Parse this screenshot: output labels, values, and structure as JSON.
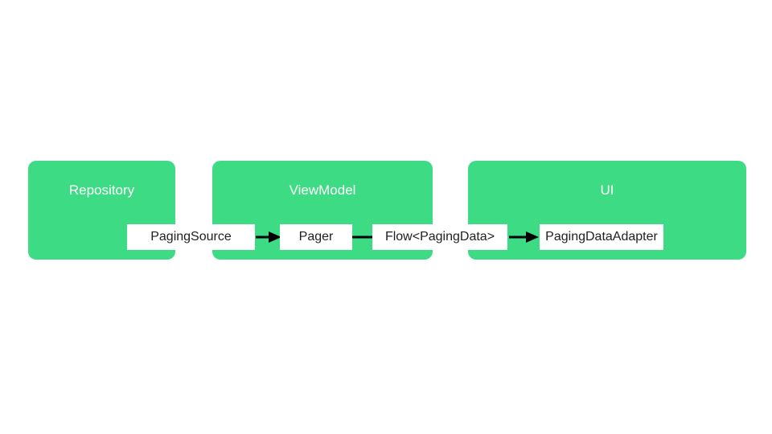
{
  "colors": {
    "page_background": "#ffffff",
    "container_fill": "#3ddc84",
    "container_title_text": "#ffffff",
    "node_fill": "#ffffff",
    "node_text": "#202124",
    "connector": "#000000"
  },
  "diagram": {
    "containers": [
      {
        "label": "Repository"
      },
      {
        "label": "ViewModel"
      },
      {
        "label": "UI"
      }
    ],
    "nodes": [
      {
        "label": "PagingSource"
      },
      {
        "label": "Pager"
      },
      {
        "label": "Flow<PagingData>"
      },
      {
        "label": "PagingDataAdapter"
      }
    ],
    "connectors": [
      {
        "from": "PagingSource",
        "to": "Pager",
        "style": "arrow"
      },
      {
        "from": "Pager",
        "to": "Flow<PagingData>",
        "style": "line"
      },
      {
        "from": "Flow<PagingData>",
        "to": "PagingDataAdapter",
        "style": "arrow"
      }
    ]
  }
}
